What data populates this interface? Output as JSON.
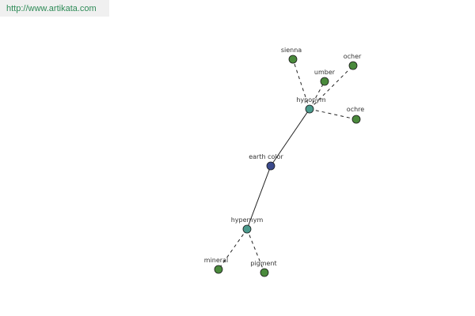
{
  "banner": {
    "url": "http://www.artikata.com"
  },
  "graph": {
    "nodes": [
      {
        "id": "earth",
        "label": "earth color",
        "kind": "root"
      },
      {
        "id": "hyponym",
        "label": "hyponym",
        "kind": "relation"
      },
      {
        "id": "hypernym",
        "label": "hypernym",
        "kind": "relation"
      },
      {
        "id": "sienna",
        "label": "sienna",
        "kind": "term"
      },
      {
        "id": "umber",
        "label": "umber",
        "kind": "term"
      },
      {
        "id": "ocher",
        "label": "ocher",
        "kind": "term"
      },
      {
        "id": "ochre",
        "label": "ochre",
        "kind": "term"
      },
      {
        "id": "mineral",
        "label": "mineral",
        "kind": "term"
      },
      {
        "id": "pigment",
        "label": "pigment",
        "kind": "term"
      }
    ],
    "edges": [
      {
        "from": "earth",
        "to": "hyponym",
        "style": "solid"
      },
      {
        "from": "earth",
        "to": "hypernym",
        "style": "solid"
      },
      {
        "from": "hyponym",
        "to": "sienna",
        "style": "dashed"
      },
      {
        "from": "hyponym",
        "to": "umber",
        "style": "dashed"
      },
      {
        "from": "hyponym",
        "to": "ocher",
        "style": "dashed"
      },
      {
        "from": "hyponym",
        "to": "ochre",
        "style": "dashed"
      },
      {
        "from": "hypernym",
        "to": "mineral",
        "style": "dashed"
      },
      {
        "from": "hypernym",
        "to": "pigment",
        "style": "dashed"
      }
    ],
    "colors": {
      "root": "#3b4a8c",
      "relation": "#4a9a8c",
      "term": "#4a8a3c",
      "stroke": "#222222",
      "banner_text": "#2e8b57"
    }
  }
}
